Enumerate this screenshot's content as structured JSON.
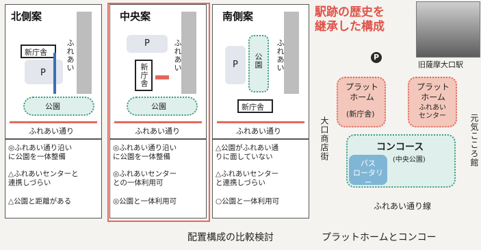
{
  "plans": [
    {
      "title": "北側案",
      "city_hall": "新庁舎",
      "parking": "P",
      "park": "公園",
      "center": "ふれあい",
      "street": "ふれあい通り",
      "notes": [
        "◎ふれあい通り沿い\nに公園を一体整備",
        "△ふれあいセンターと\n連携しづらい",
        "△公園と距離がある"
      ]
    },
    {
      "title": "中央案",
      "city_hall": "新庁舎",
      "parking": "P",
      "park": "公園",
      "center": "ふれあい",
      "street": "ふれあい通り",
      "notes": [
        "◎ふれあい通り沿い\nに公園を一体整備",
        "◎ふれあいセンター\nとの一体利用可",
        "◎公園と一体利用可"
      ]
    },
    {
      "title": "南側案",
      "city_hall": "新庁舎",
      "parking": "P",
      "park": "公園",
      "center": "ふれあい",
      "street": "ふれあい通り",
      "notes": [
        "△公園がふれあい通\nりに面していない",
        "△ふれあいセンター\nと連携しづらい",
        "○公園と一体利用可"
      ]
    }
  ],
  "right": {
    "heading": "駅跡の歴史を\n継承した構成",
    "parking": "P",
    "photo_caption": "旧薩摩大口駅",
    "platform_left": "プラット\nホーム",
    "platform_left_sub": "(新庁舎)",
    "platform_right": "プラット\nホーム",
    "platform_right_sub": "ふれあい\nセンター",
    "concourse": "コンコース",
    "concourse_sub": "(中央公園)",
    "bus": "バス\nロータリー",
    "street_left": "大口商店街",
    "street_right": "元気こころ館",
    "street_bottom": "ふれあい通り線"
  },
  "captions": {
    "left": "配置構成の比較検討",
    "right": "プラットホームとコンコー"
  },
  "colors": {
    "highlight_border": "#e2685c",
    "arrow": "#e2685c",
    "heading": "#e0534a",
    "park_fill": "#dff0ec",
    "gray_block": "#bdbdbd",
    "platform_fill": "#f3c7bb",
    "bus_fill": "#7fb6d6"
  }
}
